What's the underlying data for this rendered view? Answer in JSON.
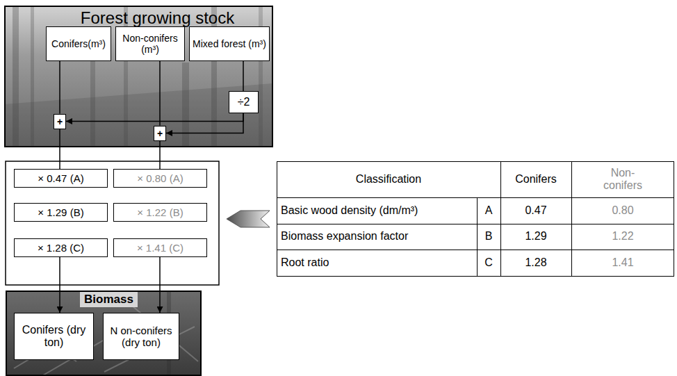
{
  "diagram": {
    "nodes": [
      {
        "text": [
          "Forest growing stock"
        ]
      },
      {
        "text": [
          "Conifers(m³)"
        ],
        "in": 0
      },
      {
        "text": [
          "Non-conifers (m³)"
        ],
        "in": 0
      },
      {
        "text": [
          "Mixed forest (m³)"
        ],
        "in": 0
      },
      {
        "text": [
          "÷2"
        ],
        "in": 0
      },
      {
        "text": [
          "+"
        ],
        "in": 0
      },
      {
        "text": [
          "+"
        ],
        "in": 0
      },
      {
        "text": [
          "× 0.47 (A)"
        ]
      },
      {
        "text": [
          "× 0.80 (A)"
        ]
      },
      {
        "text": [
          "× 1.29 (B)"
        ]
      },
      {
        "text": [
          "× 1.22 (B)"
        ]
      },
      {
        "text": [
          "× 1.28 (C)"
        ]
      },
      {
        "text": [
          "× 1.41 (C)"
        ]
      },
      {
        "text": [
          "Biomass"
        ]
      },
      {
        "text": [
          "Conifers (dry ton)"
        ],
        "in": 13
      },
      {
        "text": [
          "N on-conifers (dry ton)"
        ],
        "in": 13
      }
    ],
    "edges": [
      {
        "from": 1,
        "to": 5,
        "arrow": "none"
      },
      {
        "from": 2,
        "to": 6,
        "arrow": "none"
      },
      {
        "from": 3,
        "to": 4,
        "arrow": "none"
      },
      {
        "from": 4,
        "to": 5,
        "arrow": "to"
      },
      {
        "from": 4,
        "to": 6,
        "arrow": "to"
      },
      {
        "from": 5,
        "to": 7,
        "arrow": "none"
      },
      {
        "from": 6,
        "to": 8,
        "arrow": "none"
      },
      {
        "from": 11,
        "to": 14,
        "arrow": "to"
      },
      {
        "from": 12,
        "to": 15,
        "arrow": "to"
      }
    ],
    "labels": [
      "Classification",
      "Conifers",
      "Non-conifers",
      "Basic wood density (dm/m³)",
      "A",
      "0.47",
      "0.80",
      "Biomass expansion factor",
      "B",
      "1.29",
      "1.22",
      "Root ratio",
      "C",
      "1.28",
      "1.41"
    ]
  }
}
